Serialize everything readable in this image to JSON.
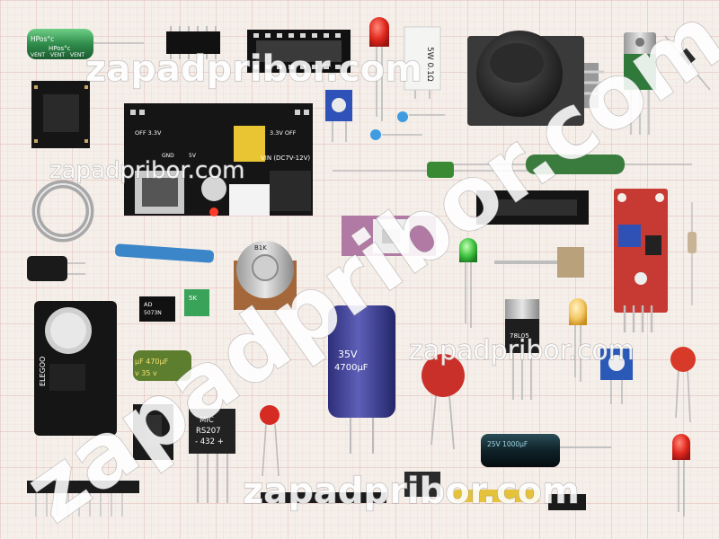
{
  "watermark": {
    "site": "zapadpribor.com",
    "site_diagonal": "zapadpribor.com"
  },
  "component_labels": {
    "green_cap_top": "HPos°c",
    "green_cap_mid": "HPos°c",
    "green_cap_vent_1": "VENT",
    "green_cap_vent_2": "VENT",
    "green_cap_vent_3": "VENT",
    "power_module_sw1": "OFF 3.3V",
    "power_module_sw2": "3.3V OFF",
    "power_module_vin": "VIN (DC7V-12V)",
    "power_module_gnd": "GND",
    "power_module_5v": "5V",
    "pot_body": "B1K",
    "big_cap_line1": "35V",
    "big_cap_line2": "4700µF",
    "small_cap_1": "µF 470µF",
    "small_cap_2": "v 35 v",
    "elegoo": "ELEGOO",
    "bridge_line1": "MIC",
    "bridge_line2": "RS207",
    "bridge_line3": "- 432 +",
    "trimmer_label": "5K",
    "black_cap_line": "25V 1000µF",
    "ic_line1": "AD",
    "ic_line2": "5073N",
    "to220_label": "78L05"
  },
  "colors": {
    "grid_bg": "#f4eeea",
    "grid_line": "#e9c7c4",
    "pcb_black": "#161616",
    "pcb_red": "#c93c36",
    "cap_purple": "#3e3f93",
    "cap_green": "#3e9a57",
    "led_red": "#e02c22",
    "led_green": "#45c245"
  }
}
